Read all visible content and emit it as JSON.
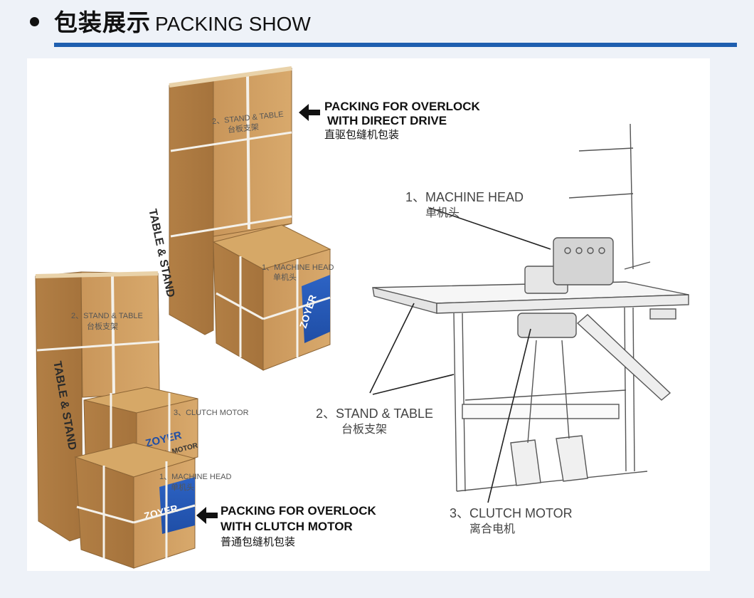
{
  "header": {
    "title_zh": "包装展示",
    "title_en": "PACKING SHOW",
    "accent_color": "#1f5fb0"
  },
  "box_labels": {
    "tall_box_top_en": "2、STAND & TABLE",
    "tall_box_top_zh": "台板支架",
    "tall_box_side": "TABLE & STAND",
    "cube_top_en": "1、MACHINE HEAD",
    "cube_top_zh": "单机头",
    "cube_top_brand": "ZOYER",
    "tall_box_left_en": "2、STAND & TABLE",
    "tall_box_left_zh": "台板支架",
    "tall_box_left_side": "TABLE & STAND",
    "motor_en": "3、CLUTCH MOTOR",
    "motor_brand": "ZOYER",
    "motor_box_text": "CLUTCH MOTOR",
    "cube_bottom_en": "1、MACHINE HEAD",
    "cube_bottom_zh": "单机头",
    "cube_bottom_brand": "ZOYER"
  },
  "callouts": {
    "direct_drive_line1": "PACKING FOR  OVERLOCK",
    "direct_drive_line2": "WITH DIRECT DRIVE",
    "direct_drive_zh": "直驱包缝机包装",
    "clutch_line1": "PACKING FOR  OVERLOCK",
    "clutch_line2": "WITH CLUTCH MOTOR",
    "clutch_zh": "普通包缝机包装"
  },
  "machine_labels": {
    "head_en": "1、MACHINE HEAD",
    "head_zh": "单机头",
    "stand_en": "2、STAND & TABLE",
    "stand_zh": "台板支架",
    "motor_en": "3、CLUTCH MOTOR",
    "motor_zh": "离合电机"
  }
}
